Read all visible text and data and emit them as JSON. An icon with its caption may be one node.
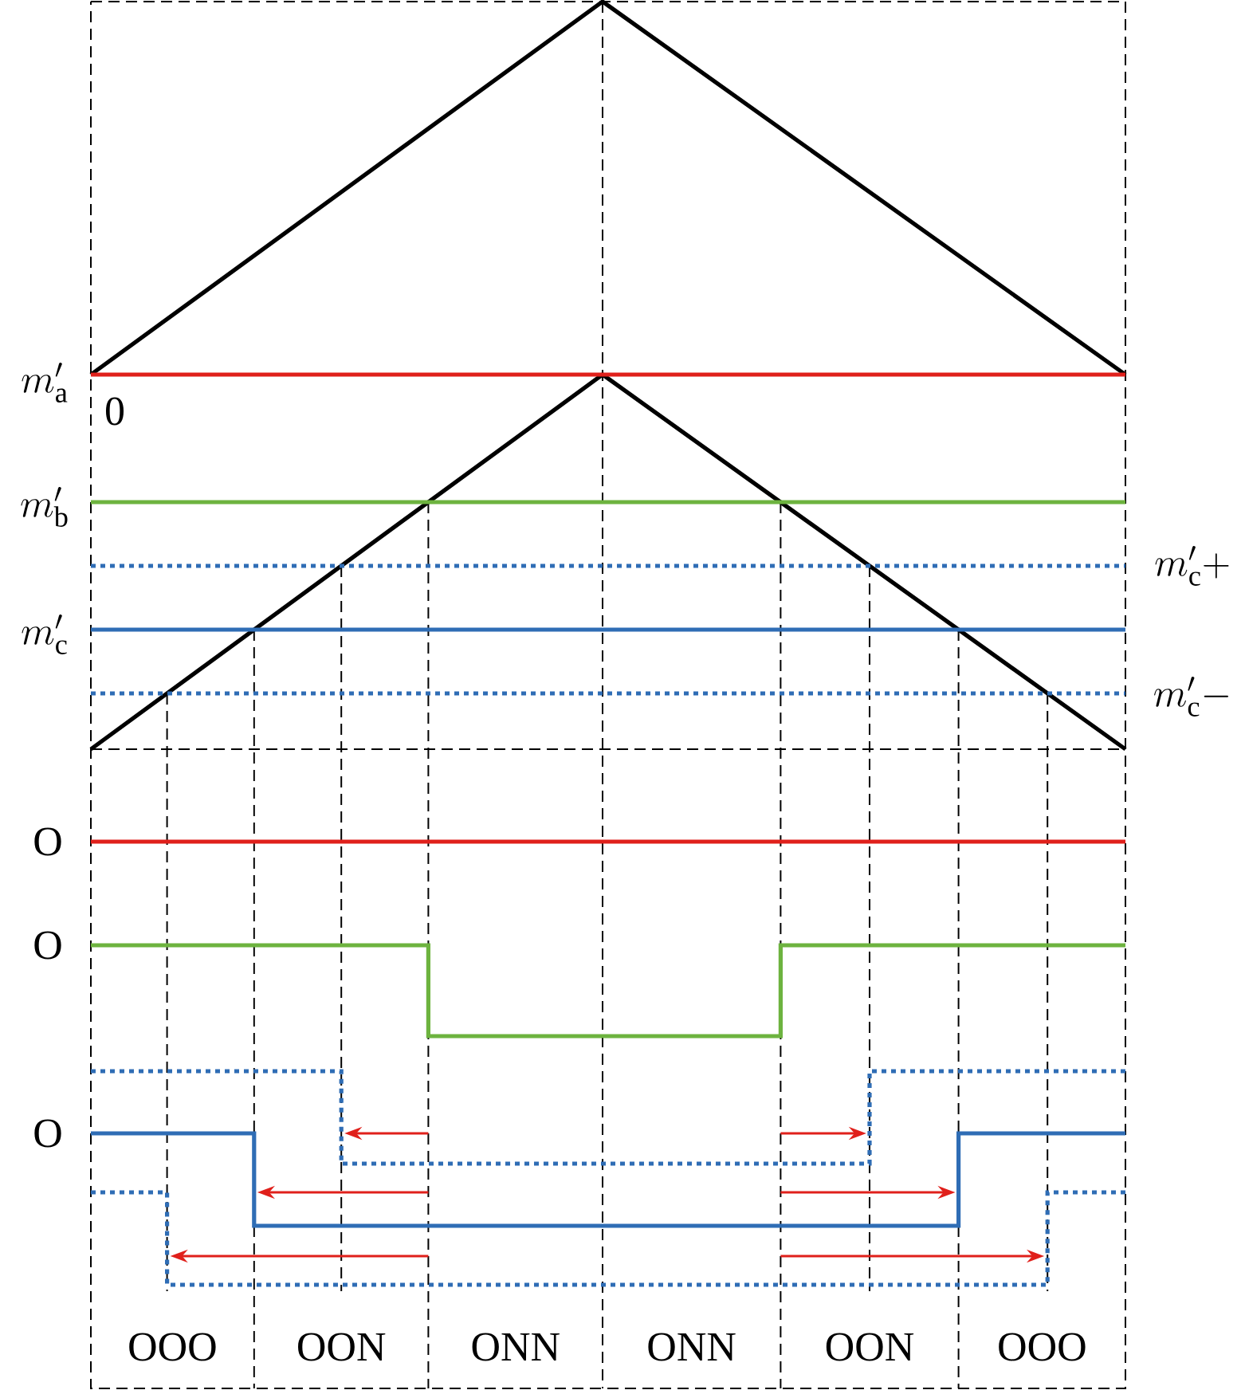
{
  "diagram": {
    "labels": [
      "m'_\\mathrm{a}",
      "0",
      "m'_\\mathrm{b}",
      "m'_\\mathrm{c}+",
      "m'_\\mathrm{c}",
      "m'_\\mathrm{c}-",
      "O",
      "O",
      "O",
      "OOO",
      "OON",
      "ONN",
      "ONN",
      "OON",
      "OOO"
    ]
  }
}
